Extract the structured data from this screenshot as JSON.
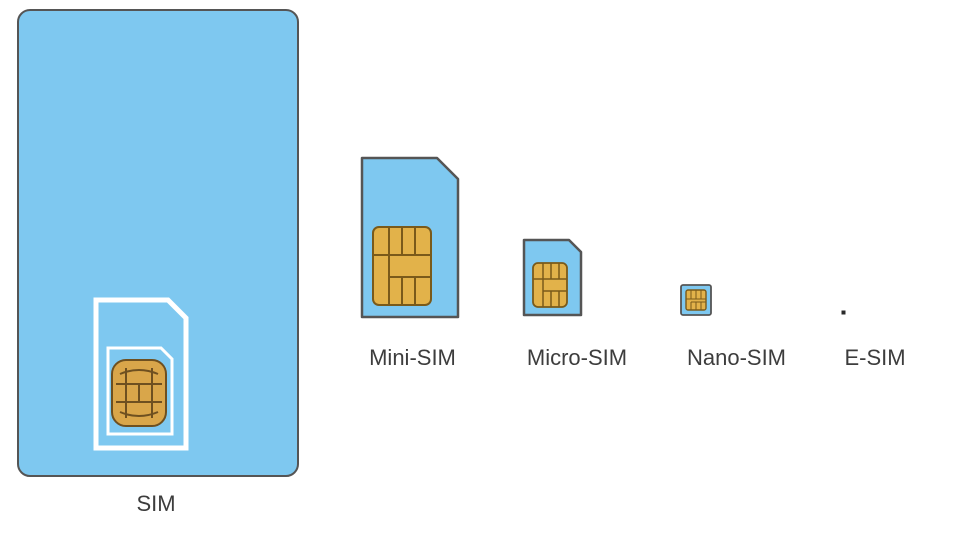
{
  "colors": {
    "card_fill": "#7ec8f0",
    "card_stroke": "#555555",
    "chip_fill": "#e2b24a",
    "chip_stroke": "#7a5a1a",
    "cutout_line": "#ffffff"
  },
  "cards": [
    {
      "id": "sim",
      "label": "SIM",
      "icon": "sim-card-with-chip-icon"
    },
    {
      "id": "mini",
      "label": "Mini-SIM",
      "icon": "mini-sim-icon"
    },
    {
      "id": "micro",
      "label": "Micro-SIM",
      "icon": "micro-sim-icon"
    },
    {
      "id": "nano",
      "label": "Nano-SIM",
      "icon": "nano-sim-icon"
    },
    {
      "id": "esim",
      "label": "E-SIM",
      "icon": "esim-dot-icon"
    }
  ]
}
